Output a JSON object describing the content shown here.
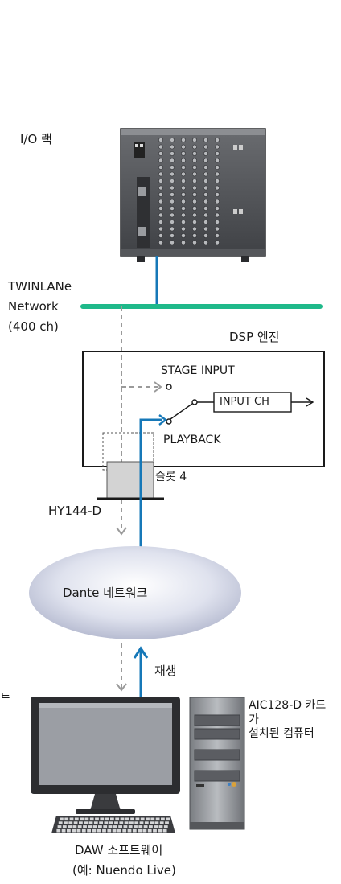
{
  "labels": {
    "io_rack": "I/O 랙",
    "twinlane_line1": "TWINLANe",
    "twinlane_line2": "Network",
    "twinlane_line3": "(400 ch)",
    "dsp_engine": "DSP 엔진",
    "stage_input": "STAGE INPUT",
    "input_ch": "INPUT CH",
    "playback": "PLAYBACK",
    "slot": "슬롯 4",
    "hy144d": "HY144-D",
    "dante_network": "Dante 네트워크",
    "playback_kr": "재생",
    "aic_line1": "AIC128-D 카드",
    "aic_line2": "가",
    "aic_line3": "설치된 컴퓨터",
    "daw_line1": "DAW 소프트웨어",
    "daw_line2": "(예: Nuendo Live)",
    "left_edge_fragment": "트"
  },
  "colors": {
    "network_green": "#1fb98a",
    "signal_blue": "#1678b8",
    "dashed_gray": "#9a9a9a"
  }
}
